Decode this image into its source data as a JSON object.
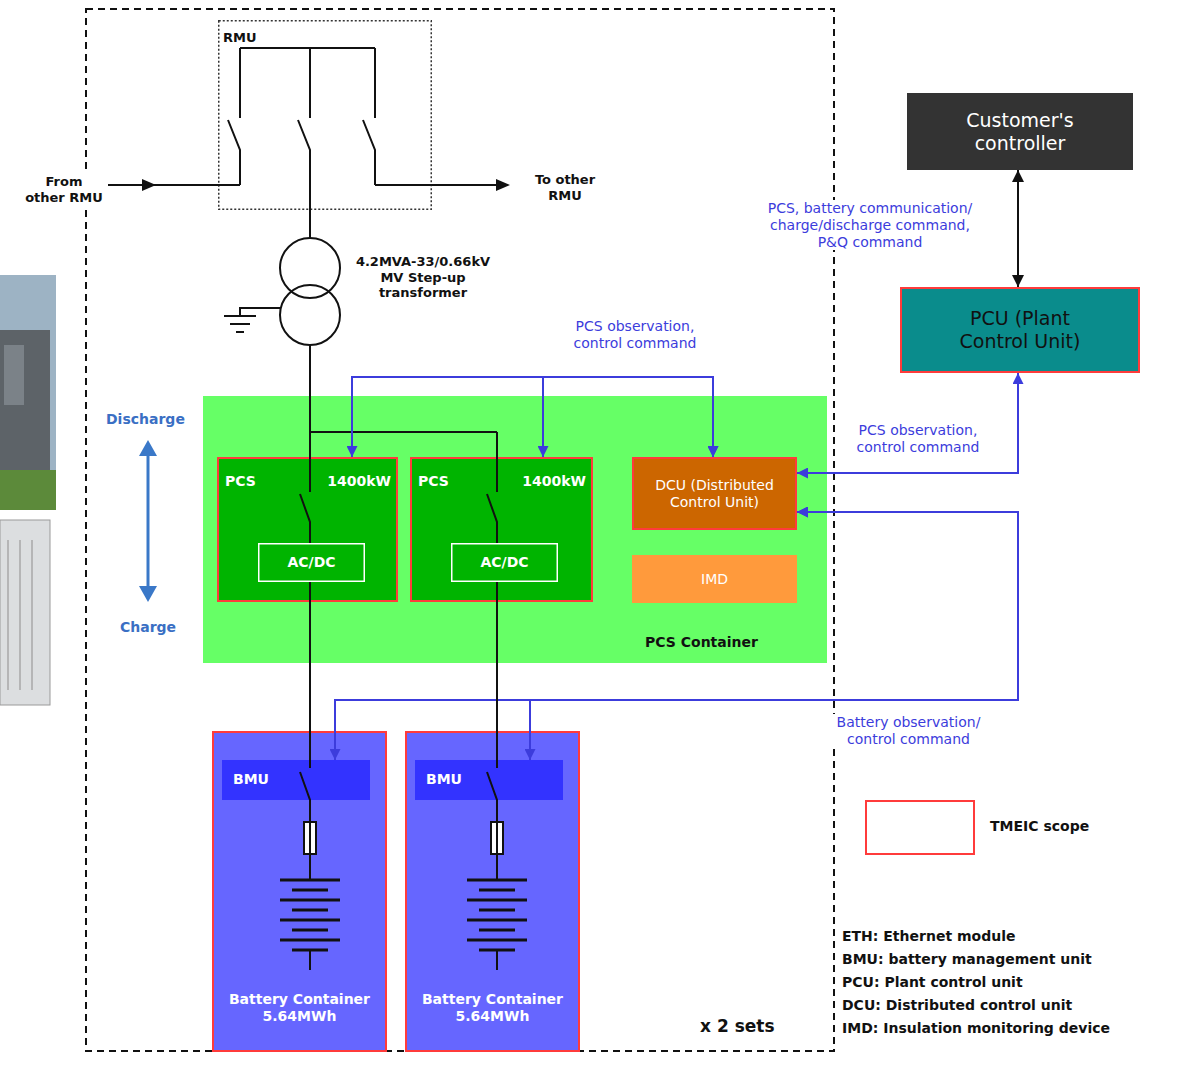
{
  "diagram": {
    "nodes": [
      {
        "text": [
          "x 2 sets"
        ]
      },
      {
        "text": [
          "RMU"
        ],
        "in": 0
      },
      {
        "text": [
          "PCS Container"
        ],
        "in": 0
      },
      {
        "text": [
          "PCS",
          "1400kW"
        ],
        "in": 2
      },
      {
        "text": [
          "AC/DC"
        ],
        "in": 3
      },
      {
        "text": [
          "PCS",
          "1400kW"
        ],
        "in": 2
      },
      {
        "text": [
          "AC/DC"
        ],
        "in": 5
      },
      {
        "text": [
          "DCU (Distributed Control Unit)"
        ],
        "in": 2
      },
      {
        "text": [
          "IMD"
        ],
        "in": 2
      },
      {
        "text": [
          "Battery Container 5.64MWh"
        ],
        "in": 0
      },
      {
        "text": [
          "BMU"
        ],
        "in": 9
      },
      {
        "text": [
          "Battery Container 5.64MWh"
        ],
        "in": 0
      },
      {
        "text": [
          "BMU"
        ],
        "in": 11
      },
      {
        "text": [
          "Customer's controller"
        ]
      },
      {
        "text": [
          "PCU (Plant Control Unit)"
        ]
      }
    ],
    "edges": [
      {
        "from": 13,
        "to": 14,
        "arrow": "both",
        "label": "PCS, battery communication/ charge/discharge command, P&Q command"
      },
      {
        "from": 14,
        "to": 7,
        "arrow": "both",
        "label": "PCS observation, control command"
      },
      {
        "from": 7,
        "to": 3,
        "arrow": "both",
        "label": "PCS observation, control command"
      },
      {
        "from": 7,
        "to": 5,
        "arrow": "both"
      },
      {
        "from": 7,
        "to": 10,
        "arrow": "both",
        "label": "Battery observation/ control command"
      },
      {
        "from": 7,
        "to": 12,
        "arrow": "both"
      },
      {
        "from": 4,
        "to": 10,
        "arrow": "none"
      },
      {
        "from": 6,
        "to": 12,
        "arrow": "none"
      }
    ],
    "labels": [
      "From other RMU",
      "To other RMU",
      "4.2MVA-33/0.66kV MV Step-up transformer",
      "Discharge",
      "Charge",
      "ETH: Ethernet module",
      "BMU: battery management unit",
      "PCU: Plant control unit",
      "DCU: Distributed control unit",
      "IMD: Insulation monitoring device"
    ],
    "legend": [
      {
        "text": "TMEIC scope"
      }
    ]
  }
}
